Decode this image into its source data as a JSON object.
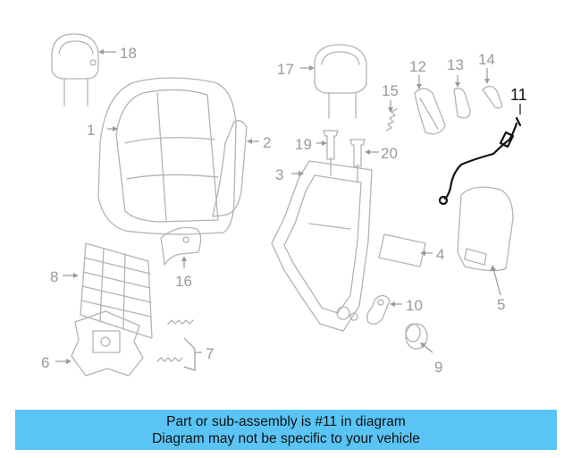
{
  "diagram": {
    "highlighted_part": "11",
    "callouts": {
      "c1": "1",
      "c2": "2",
      "c3": "3",
      "c4": "4",
      "c5": "5",
      "c6": "6",
      "c7": "7",
      "c8": "8",
      "c9": "9",
      "c10": "10",
      "c11": "11",
      "c12": "12",
      "c13": "13",
      "c14": "14",
      "c15": "15",
      "c16": "16",
      "c17": "17",
      "c18": "18",
      "c19": "19",
      "c20": "20"
    }
  },
  "banner": {
    "line1": "Part or sub-assembly is #11 in diagram",
    "line2": "Diagram may not be specific to your vehicle",
    "background": "#5ac4f5"
  }
}
